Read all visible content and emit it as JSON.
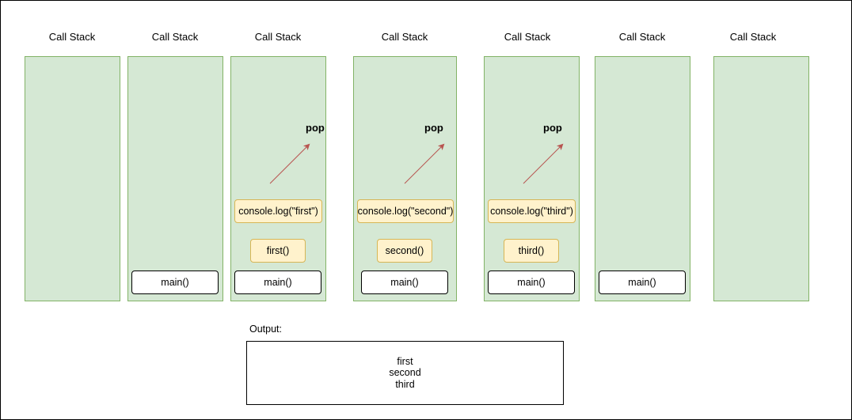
{
  "stacks": [
    {
      "title": "Call Stack"
    },
    {
      "title": "Call Stack"
    },
    {
      "title": "Call Stack"
    },
    {
      "title": "Call Stack"
    },
    {
      "title": "Call Stack"
    },
    {
      "title": "Call Stack"
    },
    {
      "title": "Call Stack"
    }
  ],
  "frames": {
    "main": "main()",
    "first": "first()",
    "second": "second()",
    "third": "third()",
    "log_first": "console.log(\"first\")",
    "log_second": "console.log(\"second\")",
    "log_third": "console.log(\"third\")"
  },
  "pop_label": "pop",
  "output": {
    "label": "Output:",
    "lines": [
      "first",
      "second",
      "third"
    ]
  },
  "colors": {
    "stack_fill": "#d5e8d4",
    "stack_border": "#82b366",
    "frame_fill": "#fff2cc",
    "frame_border": "#d6b656",
    "arrow": "#b85450"
  },
  "icons": [
    "arrow-up-right-icon"
  ]
}
